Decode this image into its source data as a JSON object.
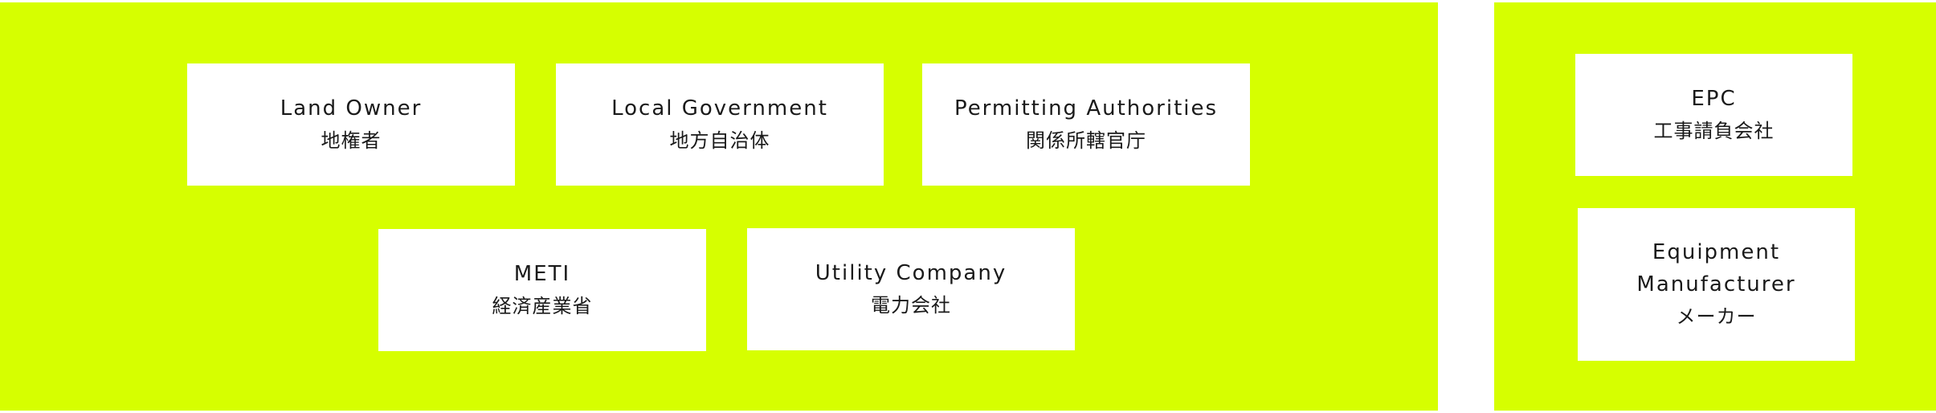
{
  "diagram": {
    "groups": [
      {
        "id": "stakeholders",
        "nodes": [
          {
            "en": "Land Owner",
            "ja": "地権者"
          },
          {
            "en": "Local Government",
            "ja": "地方自治体"
          },
          {
            "en": "Permitting Authorities",
            "ja": "関係所轄官庁"
          },
          {
            "en": "METI",
            "ja": "経済産業省"
          },
          {
            "en": "Utility Company",
            "ja": "電力会社"
          }
        ]
      },
      {
        "id": "contractors",
        "nodes": [
          {
            "en": "EPC",
            "ja": "工事請負会社"
          },
          {
            "en": "Equipment\nManufacturer",
            "ja": "メーカー"
          }
        ]
      }
    ],
    "colors": {
      "panel": "#d6ff00",
      "box": "#ffffff",
      "text": "#1a1a1a"
    }
  }
}
